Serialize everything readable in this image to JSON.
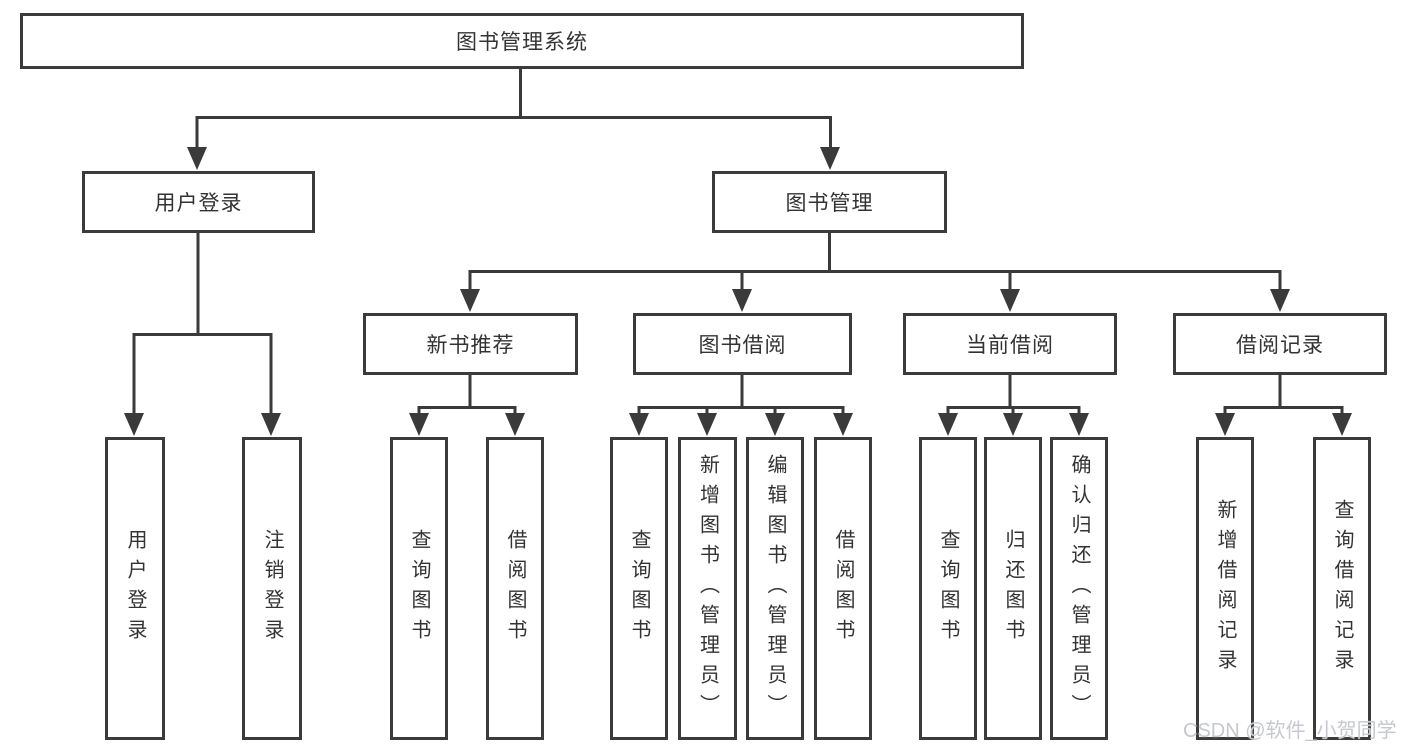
{
  "root": {
    "label": "图书管理系统"
  },
  "level2": {
    "user_login": {
      "label": "用户登录"
    },
    "book_management": {
      "label": "图书管理"
    }
  },
  "level3": {
    "new_book_recommendation": {
      "label": "新书推荐"
    },
    "book_borrowing": {
      "label": "图书借阅"
    },
    "current_borrowing": {
      "label": "当前借阅"
    },
    "borrowing_records": {
      "label": "借阅记录"
    }
  },
  "leaves": {
    "user_login": {
      "login": "用户登录",
      "logout": "注销登录"
    },
    "new_book_recommendation": {
      "query_books": "查询图书",
      "borrow_books": "借阅图书"
    },
    "book_borrowing": {
      "query_books": "查询图书",
      "add_books_admin": "新增图书（管理员）",
      "edit_books_admin": "编辑图书（管理员）",
      "borrow_books": "借阅图书"
    },
    "current_borrowing": {
      "query_books": "查询图书",
      "return_books": "归还图书",
      "confirm_return_admin": "确认归还（管理员）"
    },
    "borrowing_records": {
      "add_record": "新增借阅记录",
      "query_record": "查询借阅记录"
    }
  },
  "watermark": "CSDN @软件_小贺同学",
  "colors": {
    "line": "#3a3a3a",
    "text": "#333333",
    "watermark": "#c6c8ce",
    "background": "#ffffff"
  }
}
